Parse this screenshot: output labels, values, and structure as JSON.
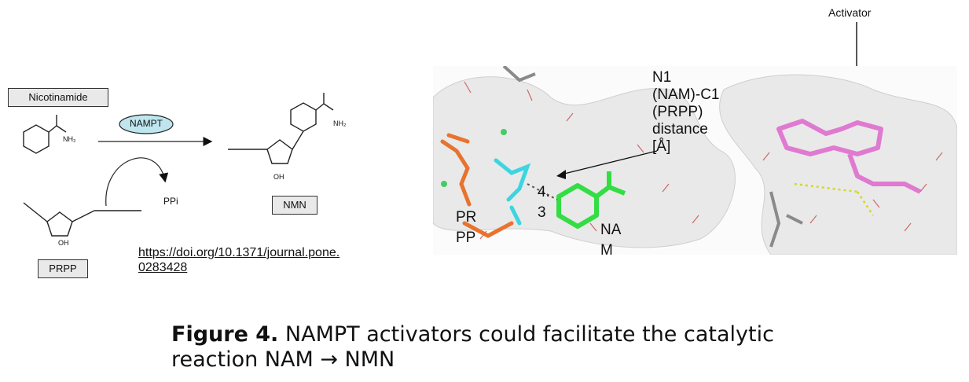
{
  "scheme": {
    "nicotinamide_label": "Nicotinamide",
    "enzyme_label": "NAMPT",
    "ppi_label": "PPi",
    "prpp_label": "PRPP",
    "nmn_label": "NMN",
    "amide_label": "NH₂",
    "oh_label": "OH",
    "doi_line1": "https://doi.org/10.1371/journal.pone.",
    "doi_line2": "0283428"
  },
  "structure": {
    "activator_label": "Activator",
    "distance_line1": "N1",
    "distance_line2": "(NAM)-C1",
    "distance_line3": "(PRPP)",
    "distance_line4": "distance",
    "distance_line5": "[Å]",
    "distance_value_1": "4.",
    "distance_value_2": "3",
    "prpp_label_1": "PR",
    "prpp_label_2": "PP",
    "nam_label_1": "NA",
    "nam_label_2": "M"
  },
  "caption": {
    "figure_label": "Figure 4.",
    "line1": "NAMPT activators could facilitate the catalytic",
    "line2": "reaction NAM → NMN"
  },
  "colors": {
    "nam_green": "#33dd44",
    "prpp_orange": "#e8732e",
    "prpp_cyan": "#3cd5e0",
    "activator_pink": "#e07ad0",
    "enzyme_fill": "#bfe6ef"
  }
}
